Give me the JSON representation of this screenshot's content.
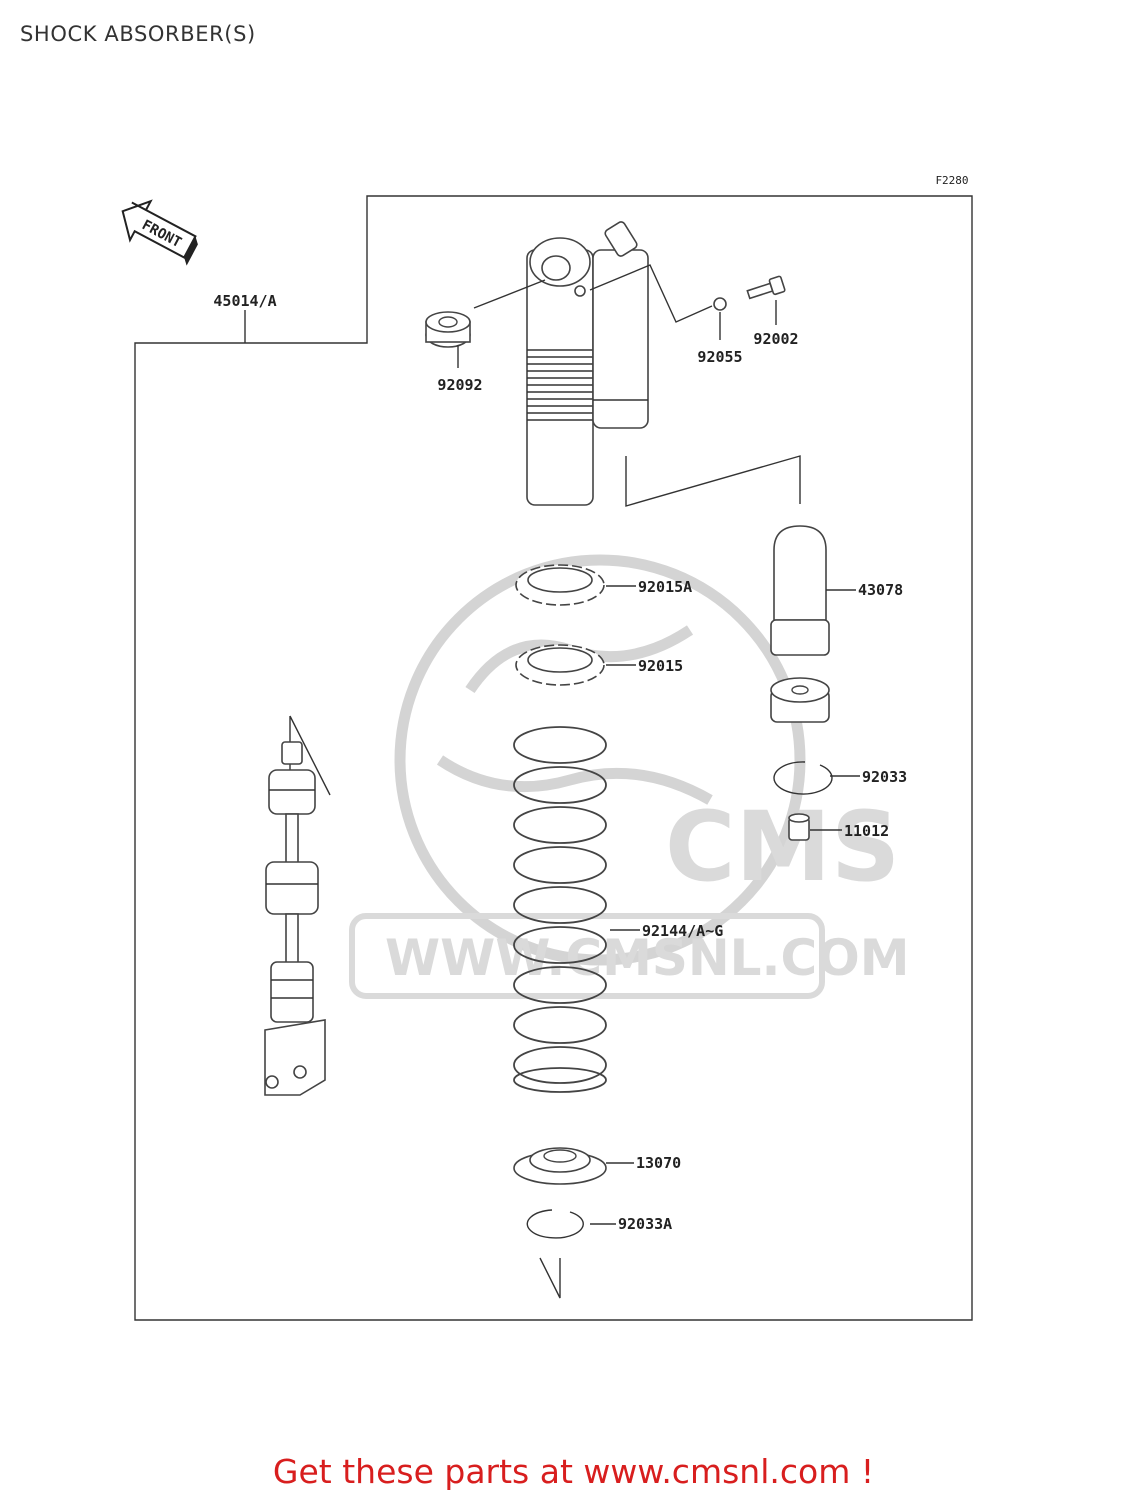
{
  "page_title": "SHOCK ABSORBER(S)",
  "figure_code": "F2280",
  "direction_label": "FRONT",
  "watermark": {
    "logo": "CMS",
    "url": "WWW.CMSNL.COM"
  },
  "part_labels": {
    "assembly": "45014/A",
    "collar": "92092",
    "o_ring": "92055",
    "bolt": "92002",
    "cover": "43078",
    "locknut_a": "92015A",
    "locknut": "92015",
    "spring": "92144/A~G",
    "circlip": "92033",
    "bushing": "11012",
    "spring_seat": "13070",
    "circlip_a": "92033A"
  },
  "footer_text": "Get these parts at www.cmsnl.com !"
}
